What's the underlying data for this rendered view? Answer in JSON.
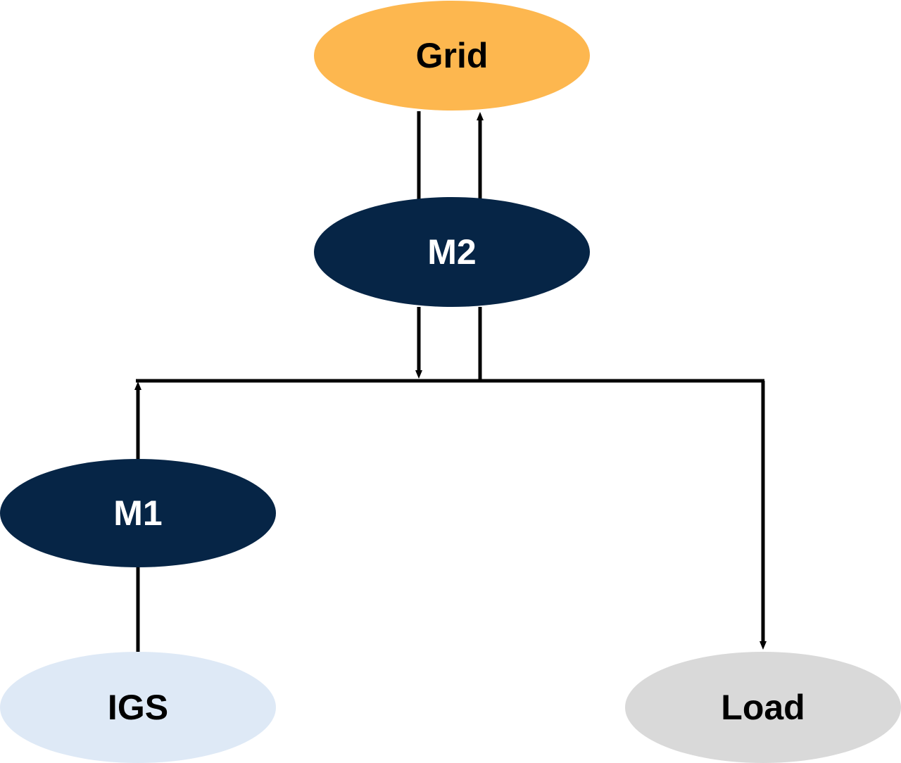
{
  "nodes": {
    "grid": {
      "label": "Grid",
      "fill": "#FDB74F",
      "text_color": "#000000"
    },
    "m2": {
      "label": "M2",
      "fill": "#062546",
      "text_color": "#FFFFFF"
    },
    "m1": {
      "label": "M1",
      "fill": "#062546",
      "text_color": "#FFFFFF"
    },
    "igs": {
      "label": "IGS",
      "fill": "#DEE9F6",
      "text_color": "#000000"
    },
    "load": {
      "label": "Load",
      "fill": "#D9D9D9",
      "text_color": "#000000"
    }
  },
  "edges": [
    {
      "from": "Grid",
      "to": "M2"
    },
    {
      "from": "M2",
      "to": "Grid"
    },
    {
      "from": "M2",
      "to": "Bus"
    },
    {
      "from": "Bus",
      "to": "M2"
    },
    {
      "from": "IGS",
      "to": "M1"
    },
    {
      "from": "M1",
      "to": "Bus"
    },
    {
      "from": "Bus",
      "to": "Load"
    }
  ]
}
